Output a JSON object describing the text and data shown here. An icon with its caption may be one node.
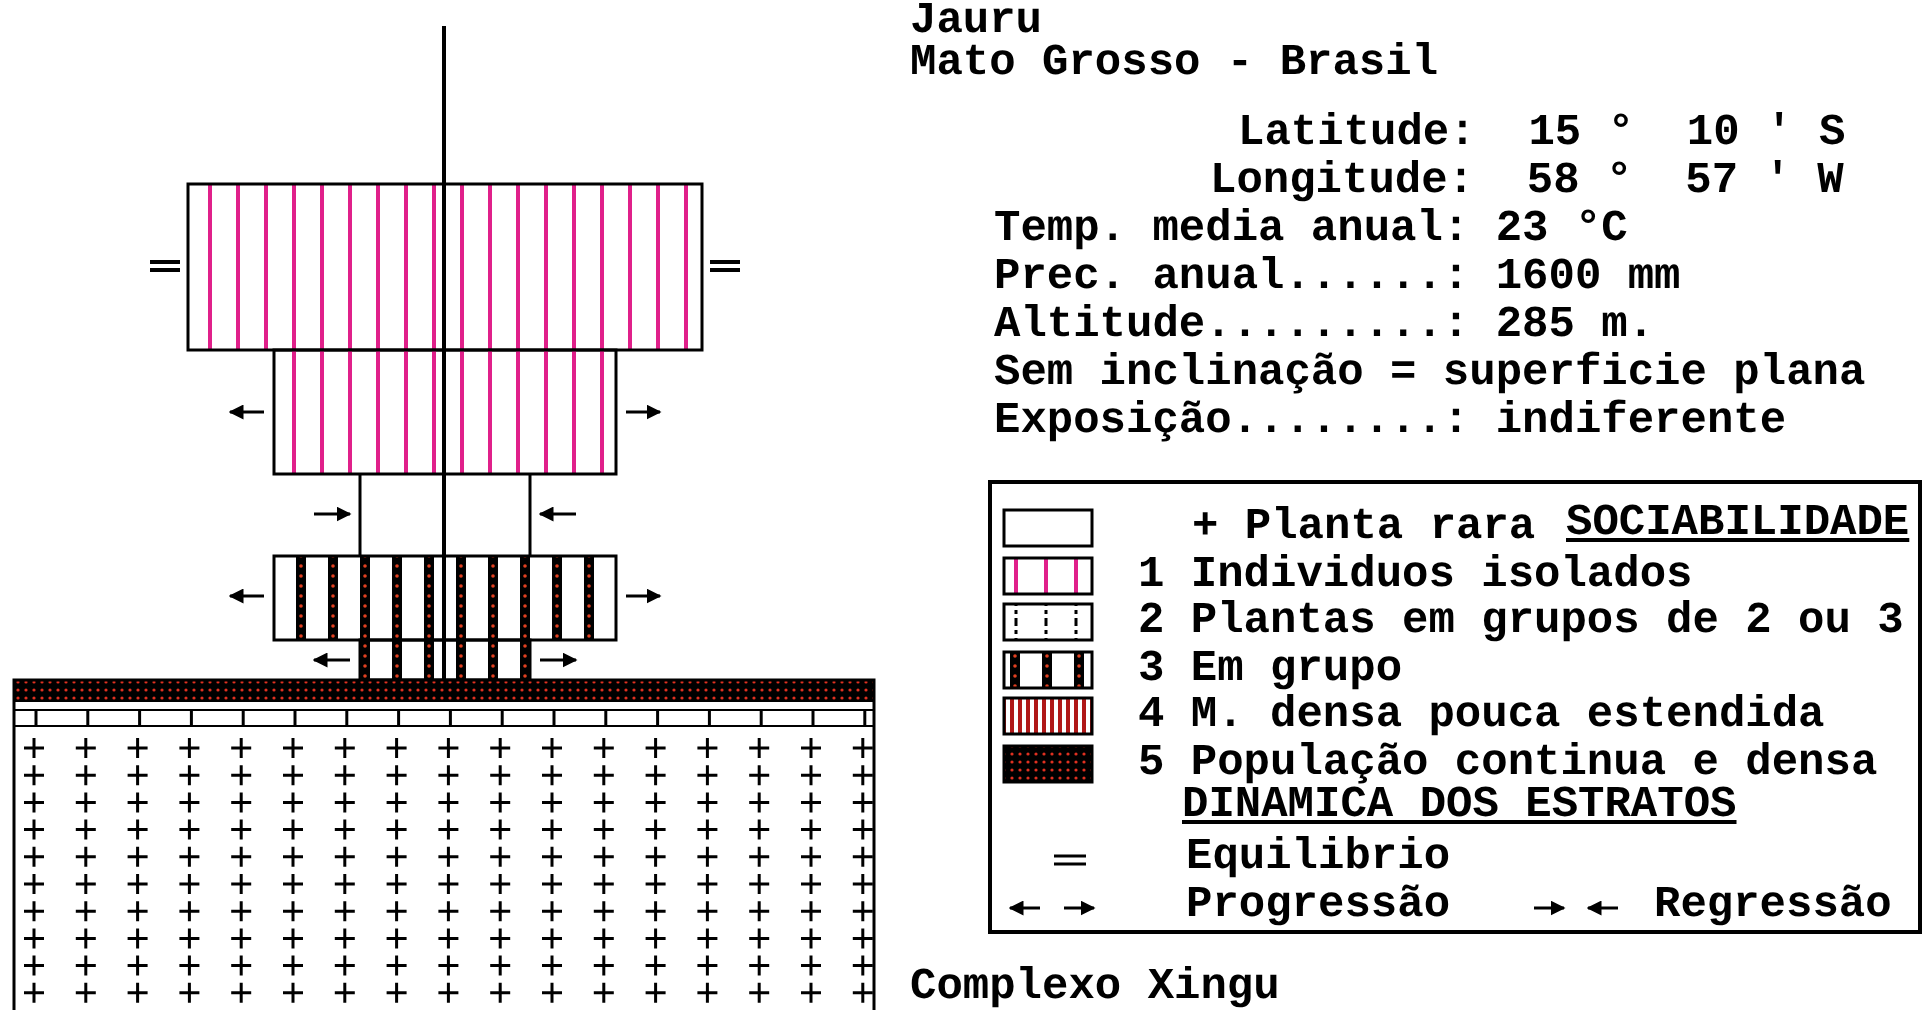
{
  "diagram": {
    "labels": [
      "Jauru",
      "Mato Grosso - Brasil",
      "Latitude:  15 °  10 ' S",
      "Longitude:  58 °  57 ' W",
      "Temp. media anual: 23 °C",
      "Prec. anual......: 1600 mm",
      "Altitude.........: 285 m.",
      "Sem inclinação = superficie plana",
      "Exposição........: indiferente",
      "SOCIABILIDADE",
      "DINAMICA DOS ESTRATOS",
      "Complexo Xingu"
    ],
    "legend": [
      {
        "text": "+ Planta rara"
      },
      {
        "text": "1 Individuos isolados"
      },
      {
        "text": "2 Plantas em grupos de 2 ou 3"
      },
      {
        "text": "3 Em grupo"
      },
      {
        "text": "4 M. densa pouca estendida"
      },
      {
        "text": "5 População continua e densa"
      },
      {
        "text": "Equilibrio"
      },
      {
        "text": "Progressão"
      },
      {
        "text": "Regressão"
      }
    ]
  }
}
